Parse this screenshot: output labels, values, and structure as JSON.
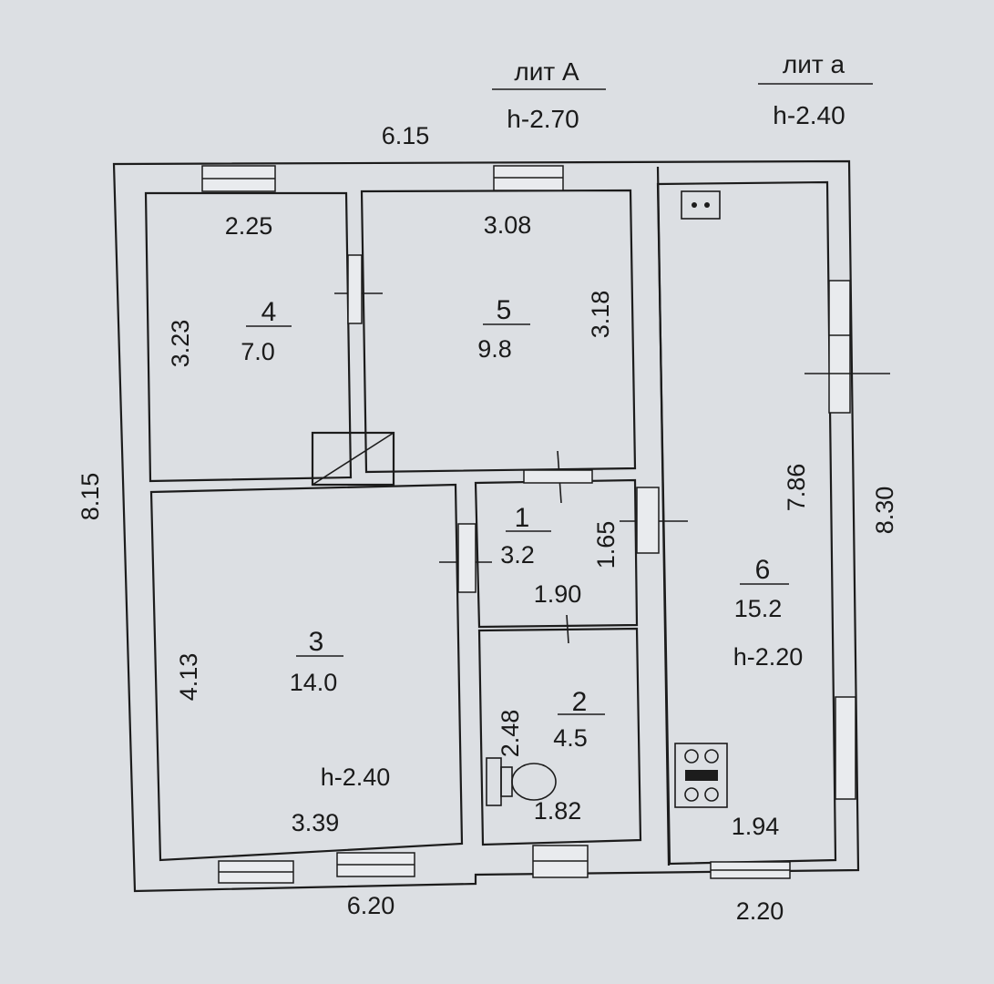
{
  "header": {
    "lit_a_main": "лит А",
    "lit_a_main_height": "h-2.70",
    "lit_a_ext": "лит а",
    "lit_a_ext_height": "h-2.40"
  },
  "outer_dims": {
    "top": "6.15",
    "left": "8.15",
    "right": "8.30",
    "bottom_left": "6.20",
    "bottom_right": "2.20"
  },
  "rooms": [
    {
      "number": "4",
      "area": "7.0",
      "width": "2.25",
      "length": "3.23"
    },
    {
      "number": "5",
      "area": "9.8",
      "width": "3.08",
      "length": "3.18"
    },
    {
      "number": "1",
      "area": "3.2",
      "width": "1.90",
      "length": "1.65"
    },
    {
      "number": "2",
      "area": "4.5",
      "width": "1.82",
      "length": "2.48"
    },
    {
      "number": "3",
      "area": "14.0",
      "width": "3.39",
      "length": "4.13",
      "height": "h-2.40"
    },
    {
      "number": "6",
      "area": "15.2",
      "width": "1.94",
      "length": "7.86",
      "height": "h-2.20"
    }
  ],
  "fixtures": [
    "socket-icon",
    "toilet-icon",
    "stove-icon"
  ]
}
